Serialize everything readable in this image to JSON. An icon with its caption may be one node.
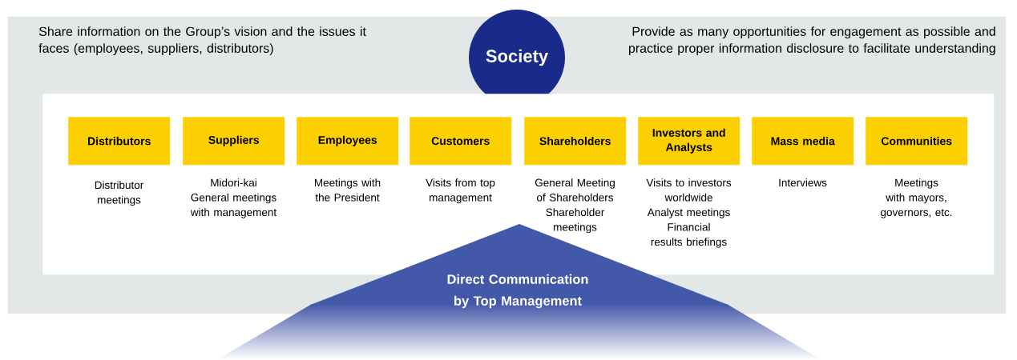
{
  "diagram": {
    "nodes": [
      {
        "text": [
          "Share information on the Group’s vision and the issues it faces (employees, suppliers, distributors)",
          "Provide as many opportunities for engagement as possible and practice proper information disclosure to facilitate understanding"
        ]
      },
      {
        "text": [
          "Society"
        ]
      },
      {
        "text": [],
        "shape": "box",
        "in": 0
      },
      {
        "text": [
          "Distributors"
        ],
        "in": 2,
        "beside": [
          "Distributor meetings"
        ]
      },
      {
        "text": [
          "Suppliers"
        ],
        "in": 2,
        "beside": [
          "Midori-kai",
          "General meetings with management"
        ]
      },
      {
        "text": [
          "Employees"
        ],
        "in": 2,
        "beside": [
          "Meetings with the President"
        ]
      },
      {
        "text": [
          "Customers"
        ],
        "in": 2,
        "beside": [
          "Visits from top management"
        ]
      },
      {
        "text": [
          "Shareholders"
        ],
        "in": 2,
        "beside": [
          "General Meeting of Shareholders",
          "Shareholder meetings"
        ]
      },
      {
        "text": [
          "Investors and Analysts"
        ],
        "in": 2,
        "beside": [
          "Visits to investors worldwide",
          "Analyst meetings",
          "Financial results briefings"
        ]
      },
      {
        "text": [
          "Mass media"
        ],
        "in": 2,
        "beside": [
          "Interviews"
        ]
      },
      {
        "text": [
          "Communities"
        ],
        "in": 2,
        "beside": [
          "Meetings with mayors, governors, etc."
        ]
      },
      {
        "text": [
          "Direct Communication by Top Management"
        ]
      }
    ],
    "edges": []
  }
}
